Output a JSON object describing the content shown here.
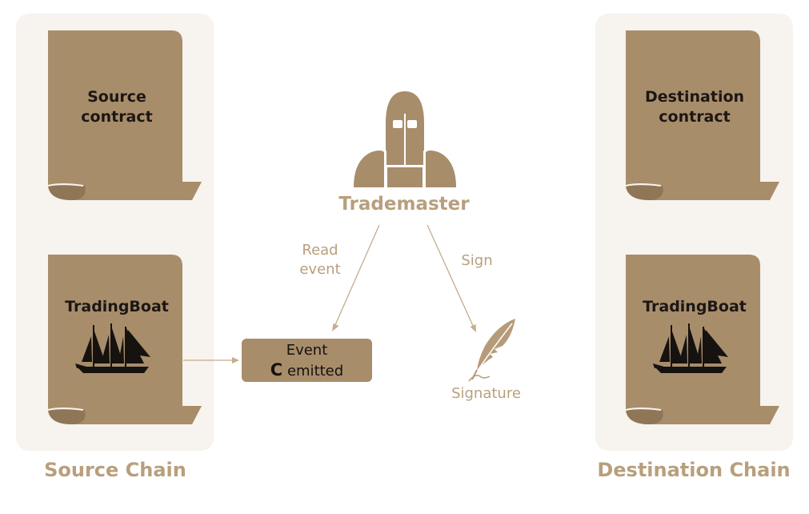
{
  "colors": {
    "panel_bg": "#f7f3ee",
    "parchment": "#a88d6b",
    "accent_text": "#b89f7c",
    "ink": "#1c1714"
  },
  "source_chain": {
    "label": "Source Chain",
    "contract": {
      "line1": "Source",
      "line2": "contract"
    },
    "boat": {
      "label": "TradingBoat",
      "icon": "ship-icon"
    }
  },
  "destination_chain": {
    "label": "Destination Chain",
    "contract": {
      "line1": "Destination",
      "line2": "contract"
    },
    "boat": {
      "label": "TradingBoat",
      "icon": "ship-icon"
    }
  },
  "trademaster": {
    "label": "Trademaster",
    "icon": "knight-helmet-icon"
  },
  "event": {
    "line1": "Event",
    "prefix": "C",
    "line2": "emitted"
  },
  "arrows": {
    "read": {
      "line1": "Read",
      "line2": "event"
    },
    "sign": {
      "label": "Sign"
    }
  },
  "signature": {
    "label": "Signature",
    "icon": "quill-icon"
  }
}
